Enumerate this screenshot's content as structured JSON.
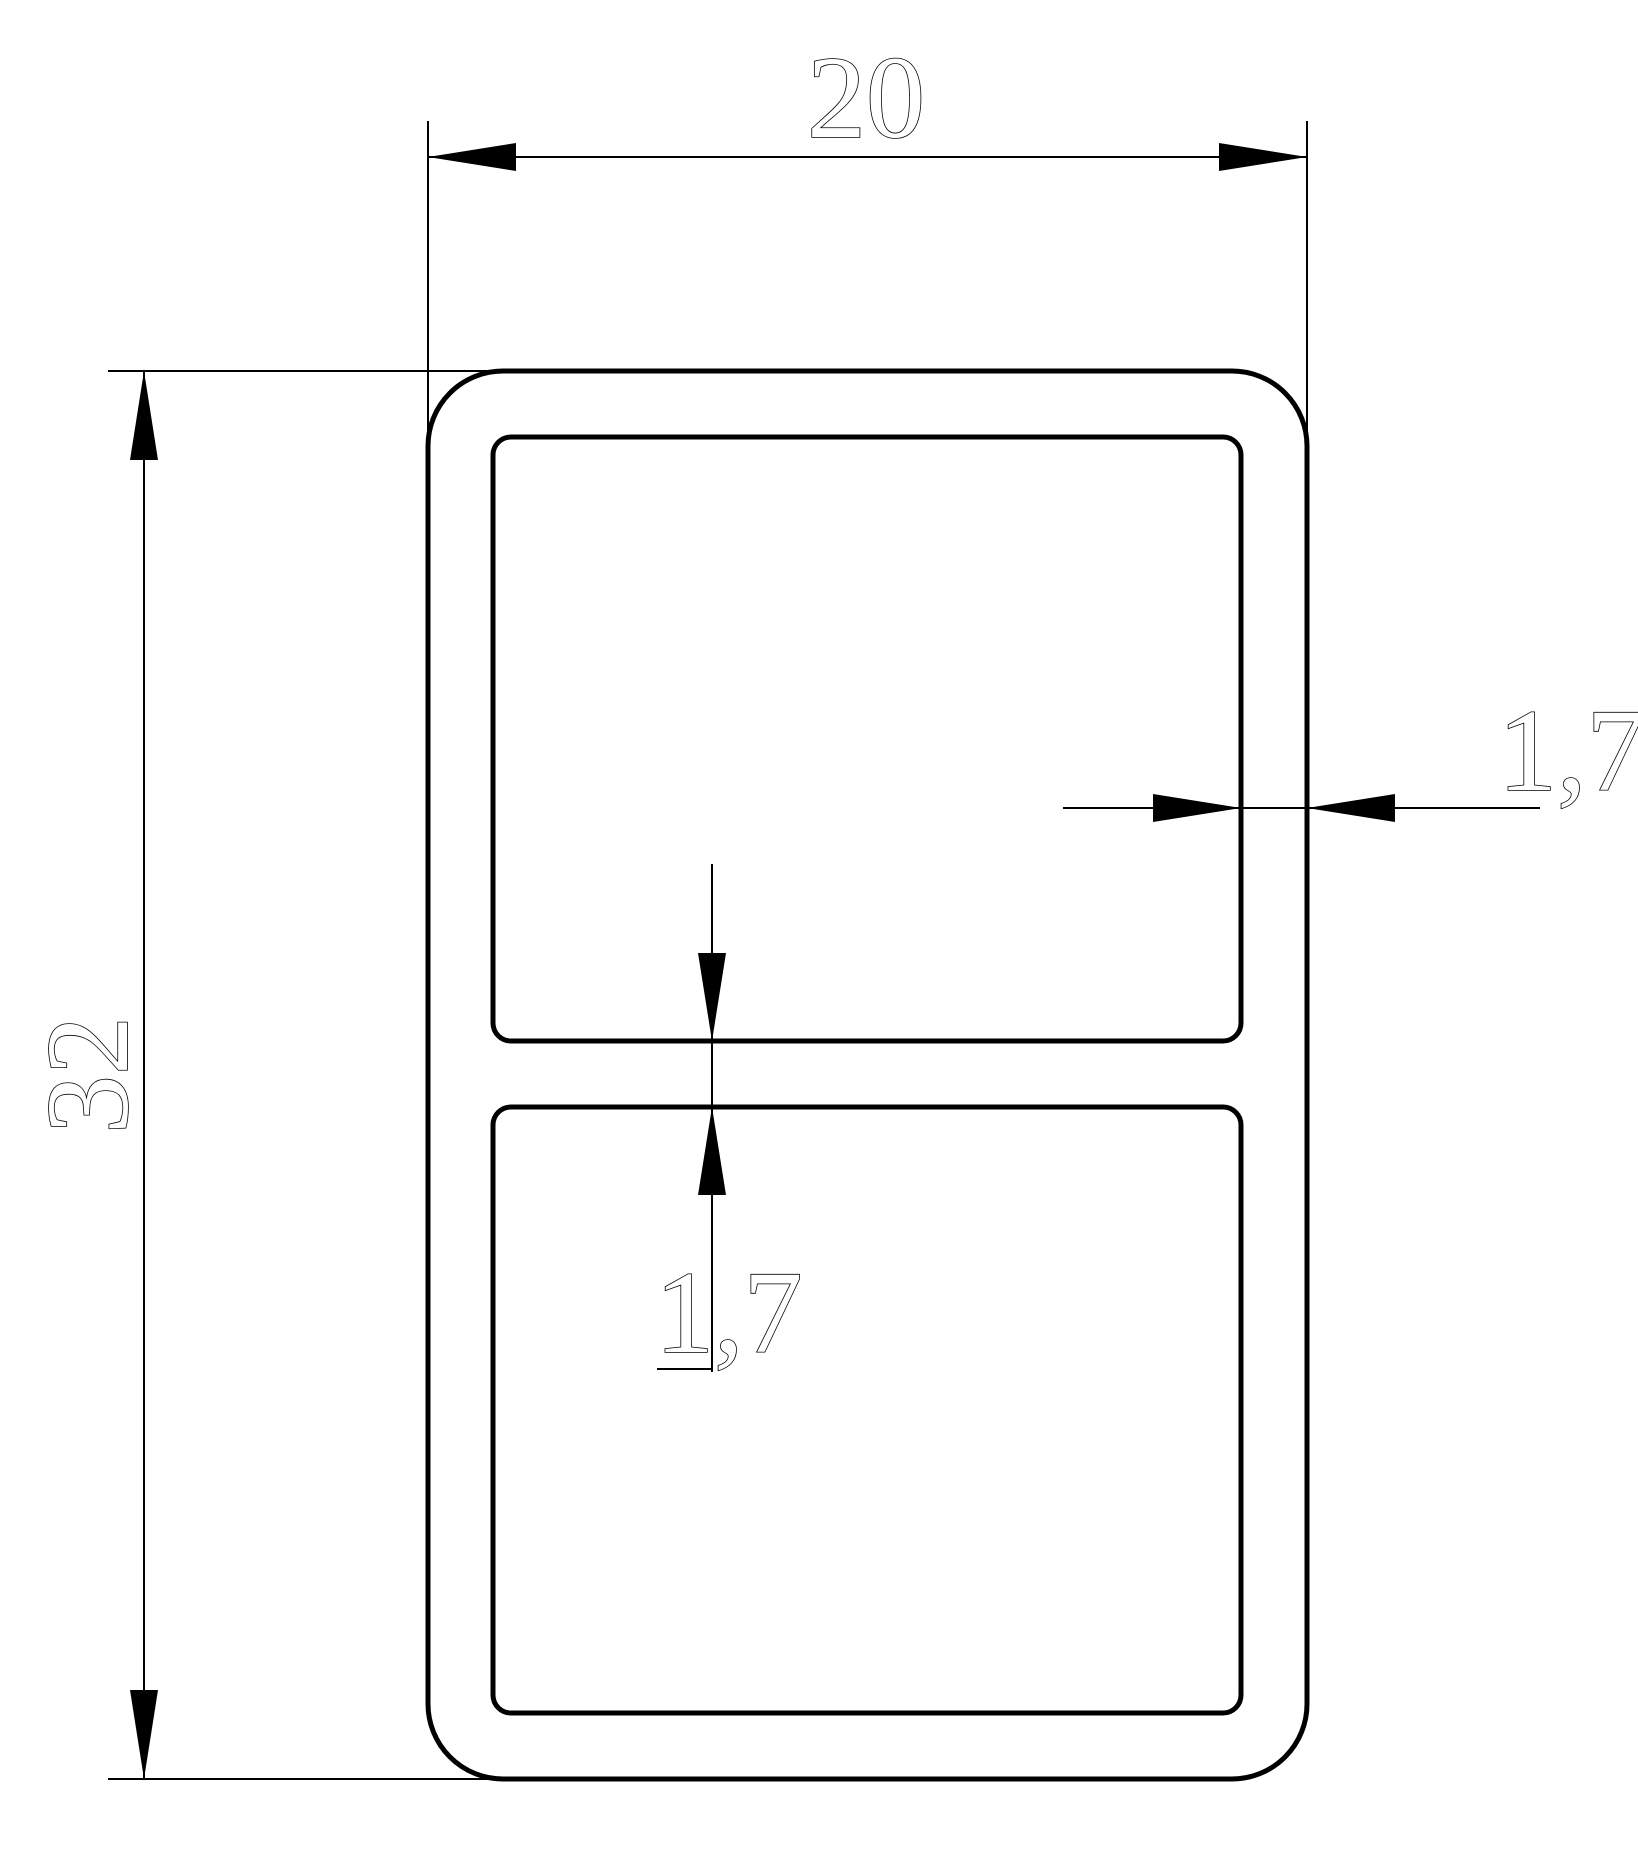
{
  "drawing": {
    "dimensions": {
      "width_label": "20",
      "height_label": "32",
      "side_wall_label": "1,7",
      "middle_wall_label": "1,7"
    },
    "colors": {
      "line": "#000000",
      "background": "#ffffff"
    }
  }
}
